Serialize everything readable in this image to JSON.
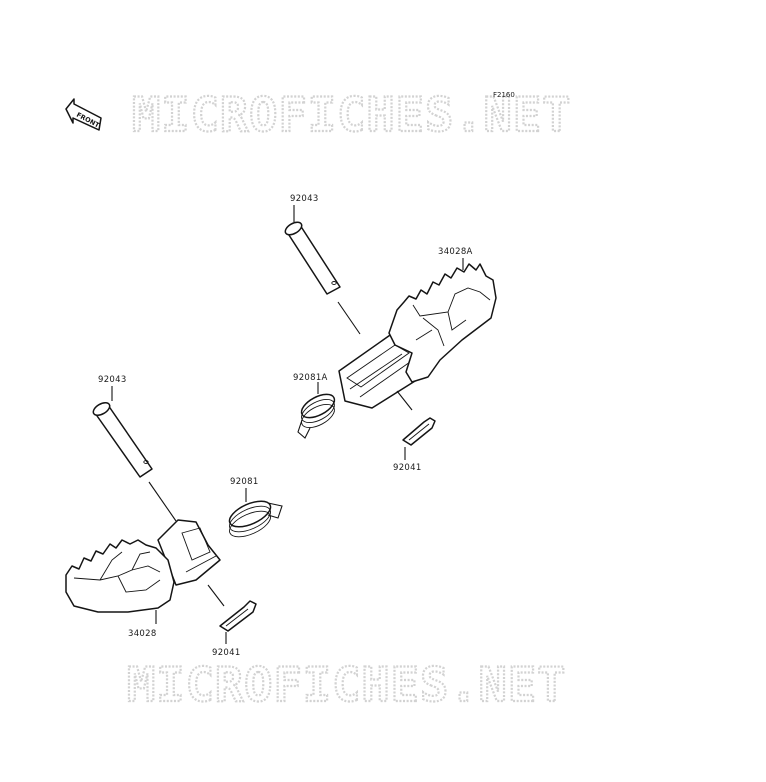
{
  "diagram": {
    "code": "F2160",
    "watermark": "MICROFICHES.NET",
    "front_label": "FRONT",
    "parts": {
      "pin_upper": "92043",
      "peg_right": "34028A",
      "spring_right": "92081A",
      "cotter_right": "92041",
      "pin_lower": "92043",
      "spring_left": "92081",
      "peg_left": "34028",
      "cotter_left": "92041"
    }
  }
}
